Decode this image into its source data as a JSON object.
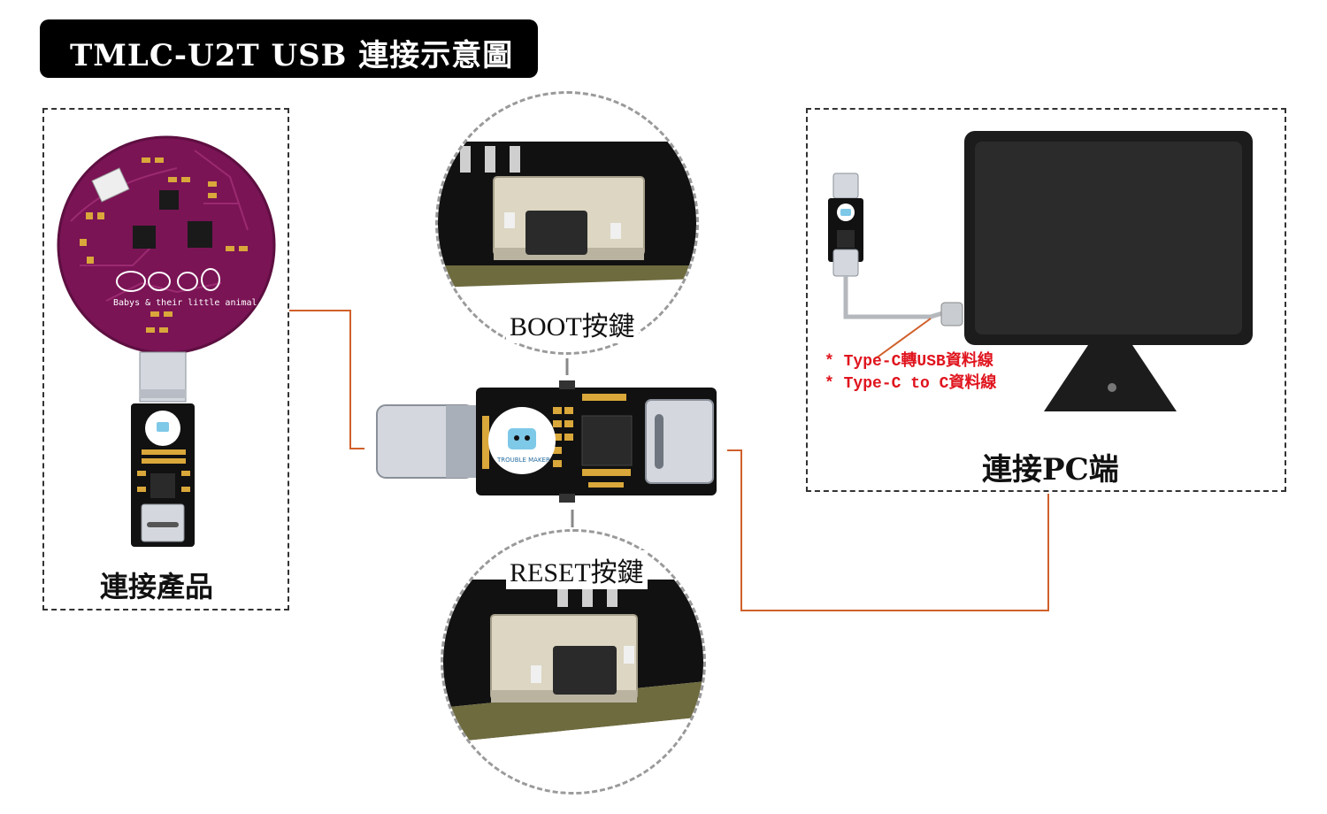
{
  "title": "TMLC-U2T USB 連接示意圖",
  "product_panel": {
    "label": "連接產品",
    "board_text": "Babys & their little animal"
  },
  "pc_panel": {
    "label": "連接PC端"
  },
  "boot_button": {
    "label": "BOOT按鍵"
  },
  "reset_button": {
    "label": "RESET按鍵"
  },
  "cable_notes": [
    "* Type-C轉USB資料線",
    "* Type-C to C資料線"
  ],
  "colors": {
    "connector_line": "#d0602a",
    "product_pcb": "#7a1455",
    "module_pcb": "#111111",
    "note_text": "#e0141e"
  },
  "icons": [
    "usb-c-plug-icon",
    "usb-c-receptacle-icon",
    "robot-logo-icon",
    "monitor-icon"
  ]
}
